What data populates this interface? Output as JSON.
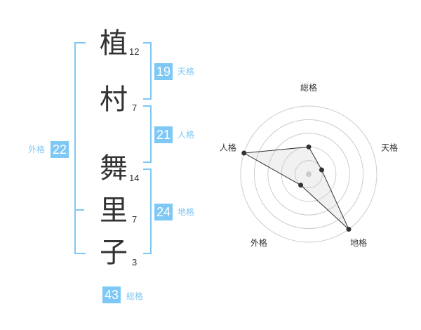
{
  "colors": {
    "accent": "#7ec8f5",
    "label": "#7ec8f5",
    "text": "#333333",
    "chart_line": "#333333",
    "grid": "#cccccc"
  },
  "name": {
    "chars": [
      {
        "char": "植",
        "strokes": "12"
      },
      {
        "char": "村",
        "strokes": "7"
      },
      {
        "char": "舞",
        "strokes": "14"
      },
      {
        "char": "里",
        "strokes": "7"
      },
      {
        "char": "子",
        "strokes": "3"
      }
    ]
  },
  "fortunes": {
    "tenkaku": {
      "value": "19",
      "label": "天格"
    },
    "jinkaku": {
      "value": "21",
      "label": "人格"
    },
    "chikaku": {
      "value": "24",
      "label": "地格"
    },
    "gaikaku": {
      "value": "22",
      "label": "外格"
    },
    "soukaku": {
      "value": "43",
      "label": "総格"
    }
  },
  "chart_data": {
    "type": "radar",
    "axes": [
      "総格",
      "天格",
      "地格",
      "外格",
      "人格"
    ],
    "values": [
      2,
      1,
      5,
      1,
      5
    ],
    "range": [
      0,
      5
    ],
    "rings": 5
  }
}
